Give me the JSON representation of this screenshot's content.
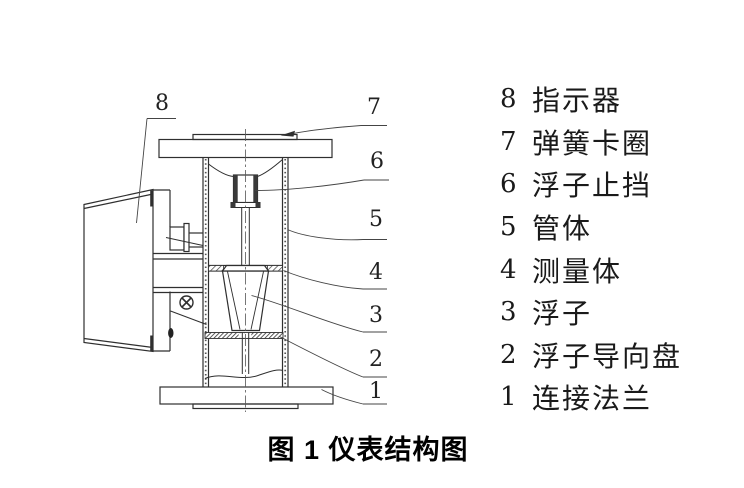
{
  "figure": {
    "caption": "图 1 仪表结构图"
  },
  "legend": {
    "items": [
      {
        "number": "8",
        "label": "指示器"
      },
      {
        "number": "7",
        "label": "弹簧卡圈"
      },
      {
        "number": "6",
        "label": "浮子止挡"
      },
      {
        "number": "5",
        "label": "管体"
      },
      {
        "number": "4",
        "label": "测量体"
      },
      {
        "number": "3",
        "label": "浮子"
      },
      {
        "number": "2",
        "label": "浮子导向盘"
      },
      {
        "number": "1",
        "label": "连接法兰"
      }
    ]
  },
  "diagram": {
    "callouts": [
      {
        "number": "8"
      },
      {
        "number": "7"
      },
      {
        "number": "6"
      },
      {
        "number": "5"
      },
      {
        "number": "4"
      },
      {
        "number": "3"
      },
      {
        "number": "2"
      },
      {
        "number": "1"
      }
    ],
    "colors": {
      "line": "#2f2f2f",
      "text": "#1a1a1a",
      "background": "#ffffff"
    }
  }
}
